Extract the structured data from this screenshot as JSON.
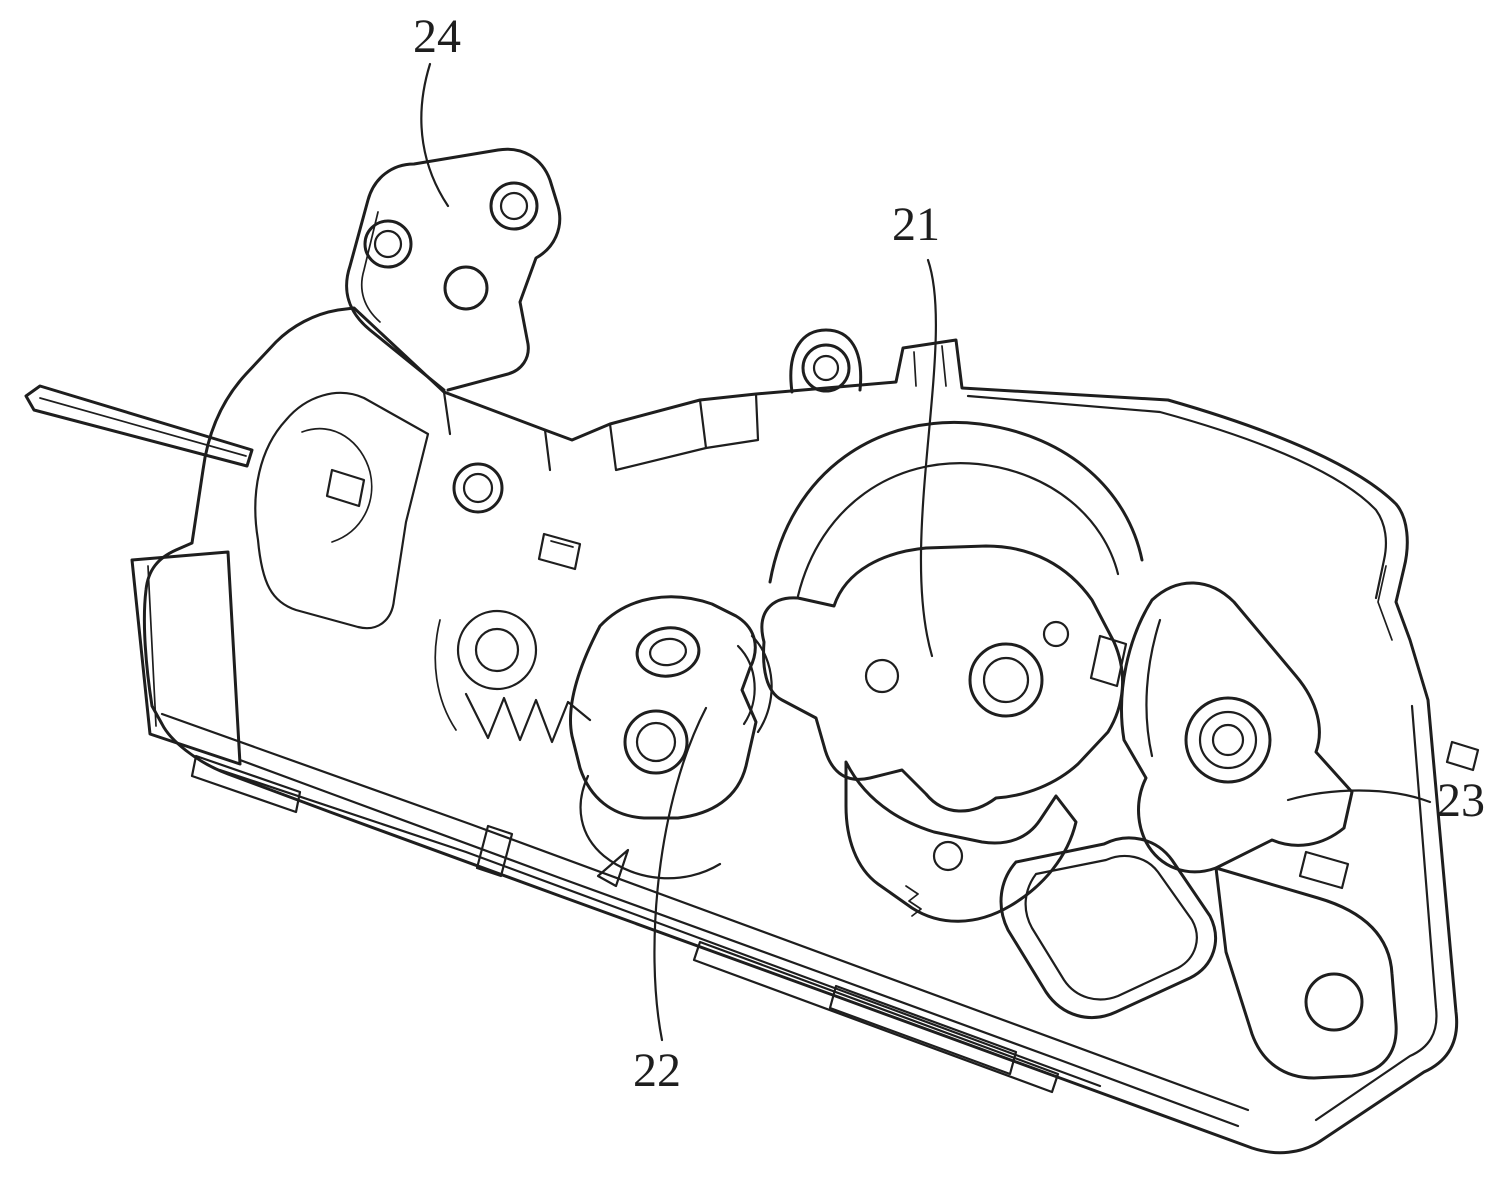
{
  "figure": {
    "background": "#ffffff",
    "line_color": "#1e1e1e",
    "labels": [
      {
        "text": "21"
      },
      {
        "text": "22"
      },
      {
        "text": "23"
      },
      {
        "text": "24"
      }
    ]
  }
}
